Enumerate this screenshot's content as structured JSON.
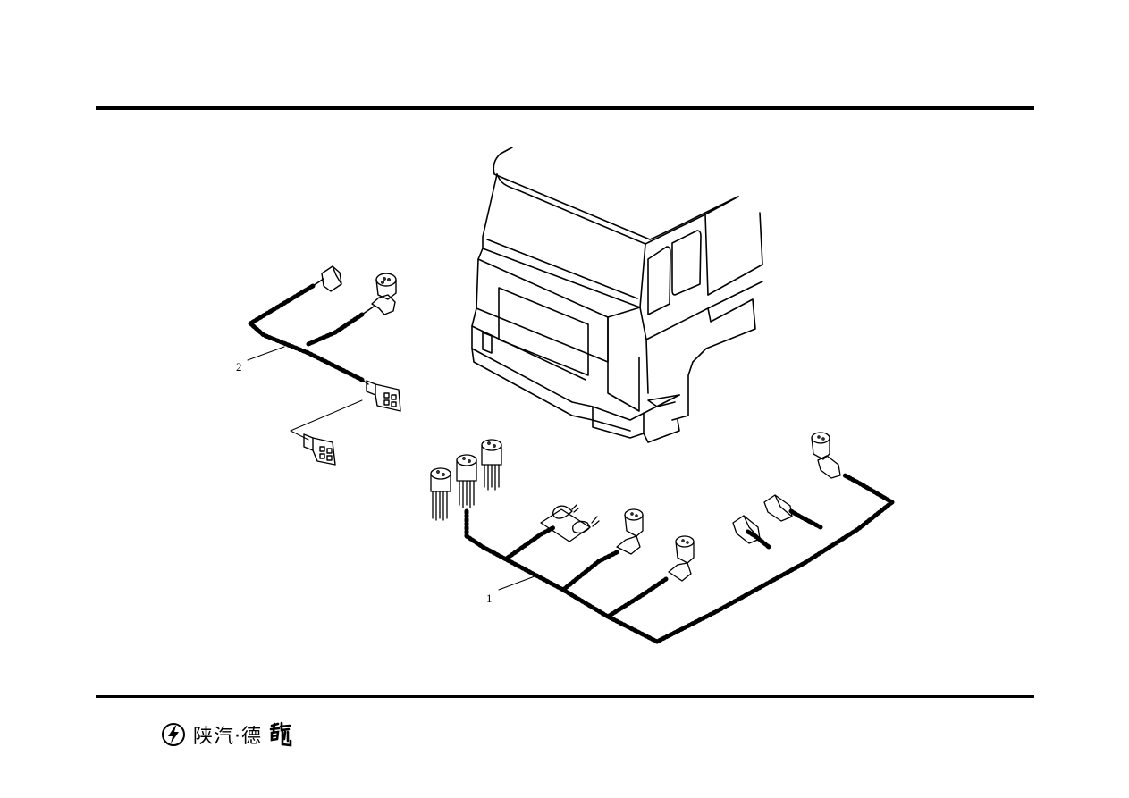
{
  "diagram": {
    "callouts": [
      {
        "id": "1",
        "label": "1"
      },
      {
        "id": "2",
        "label": "2"
      }
    ]
  },
  "footer": {
    "brand_text": "陕汽·德",
    "logo_icon": "shaanxi-lightning-logo-icon"
  }
}
